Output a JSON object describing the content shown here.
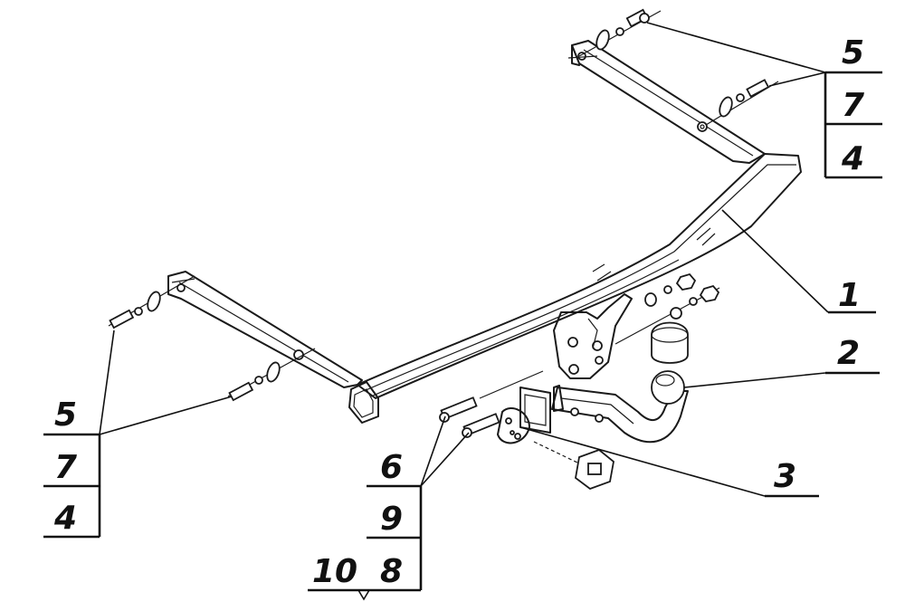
{
  "labels": {
    "top_right": {
      "a": "5",
      "b": "7",
      "c": "4"
    },
    "bar": "1",
    "ball": "2",
    "socket": "3",
    "left": {
      "a": "5",
      "b": "7",
      "c": "4"
    },
    "bottom_center": {
      "a": "6",
      "b": "9",
      "c": "8",
      "d": "10"
    }
  }
}
